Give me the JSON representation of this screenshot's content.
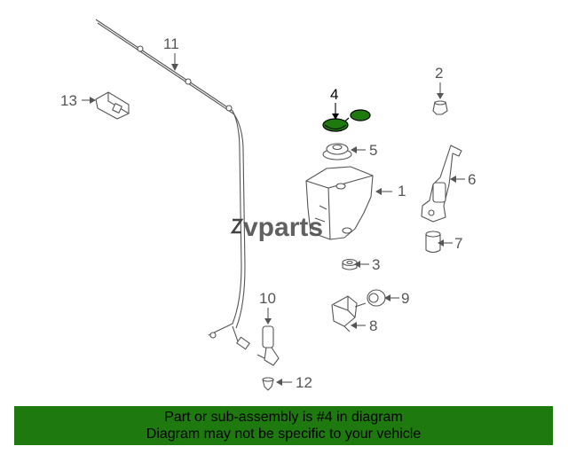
{
  "diagram": {
    "callouts": [
      {
        "id": "1",
        "label": "1"
      },
      {
        "id": "2",
        "label": "2"
      },
      {
        "id": "3",
        "label": "3"
      },
      {
        "id": "4",
        "label": "4"
      },
      {
        "id": "5",
        "label": "5"
      },
      {
        "id": "6",
        "label": "6"
      },
      {
        "id": "7",
        "label": "7"
      },
      {
        "id": "8",
        "label": "8"
      },
      {
        "id": "9",
        "label": "9"
      },
      {
        "id": "10",
        "label": "10"
      },
      {
        "id": "11",
        "label": "11"
      },
      {
        "id": "12",
        "label": "12"
      },
      {
        "id": "13",
        "label": "13"
      }
    ],
    "highlighted_part": "4",
    "highlight_color": "#1e7a0f"
  },
  "watermark": {
    "text": "vparts"
  },
  "banner": {
    "line1": "Part or sub-assembly is #4 in diagram",
    "line2": "Diagram may not be specific to your vehicle",
    "color": "#1e7a0f"
  }
}
